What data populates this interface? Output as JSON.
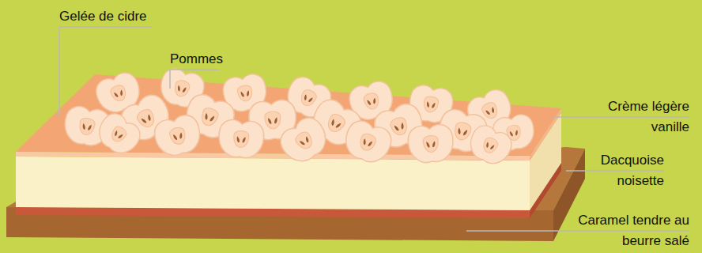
{
  "diagram": {
    "labels": [
      "Gelée de cidre",
      "Pommes",
      "Crème légère vanille",
      "Dacquoise noisette",
      "Caramel tendre au beurre salé"
    ]
  }
}
